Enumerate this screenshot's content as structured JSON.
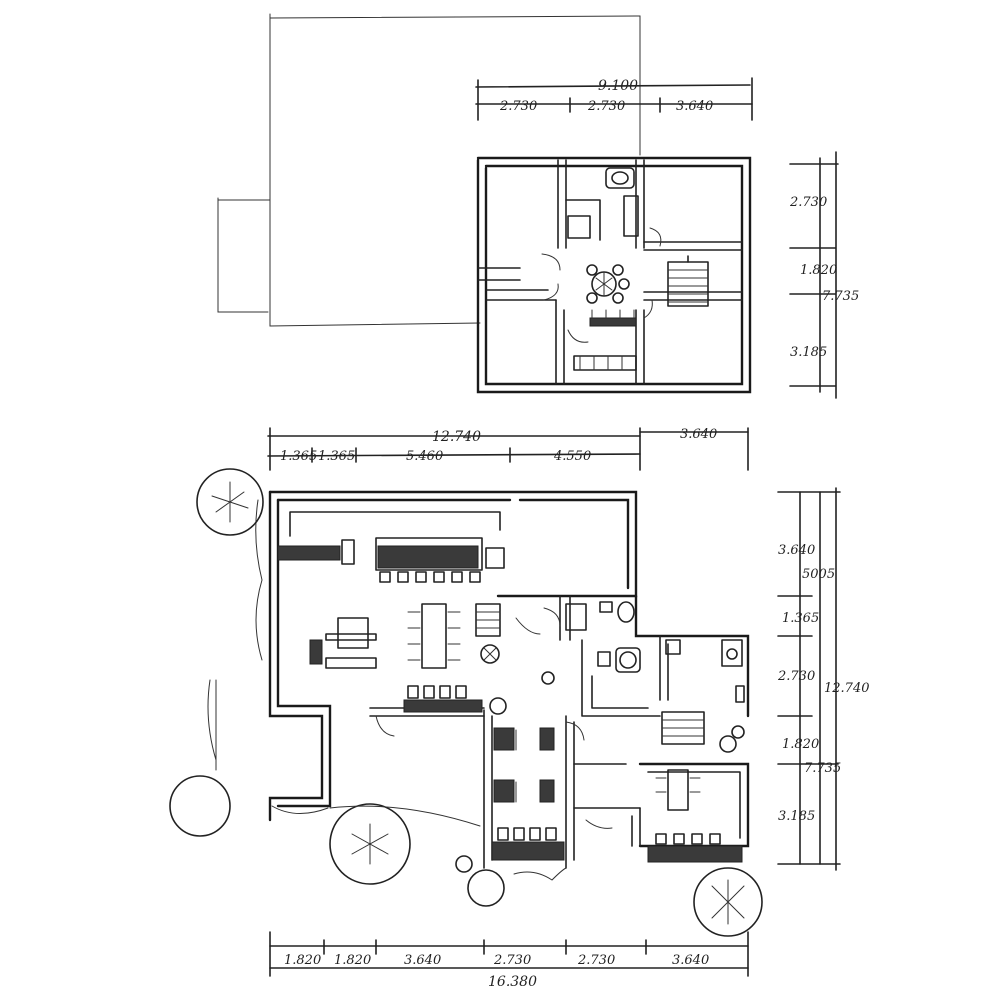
{
  "upper_floor": {
    "overall_width": "9.100",
    "widths": [
      "2.730",
      "2.730",
      "3.640"
    ],
    "heights": [
      "2.730",
      "1.820",
      "3.185"
    ],
    "overall_height": "7.735"
  },
  "ground_floor": {
    "top_overall": "12.740",
    "top_extension": "3.640",
    "top_segments": [
      "1.365",
      "1.365",
      "5.460",
      "4.550"
    ],
    "right_segments": [
      "3.640",
      "1.365",
      "2.730",
      "1.820",
      "3.185"
    ],
    "right_subtotal_upper": "5005",
    "right_subtotal_lower": "7.735",
    "right_overall": "12.740",
    "bottom_segments": [
      "1.820",
      "1.820",
      "3.640",
      "2.730",
      "2.730",
      "3.640"
    ],
    "bottom_overall": "16.380"
  }
}
